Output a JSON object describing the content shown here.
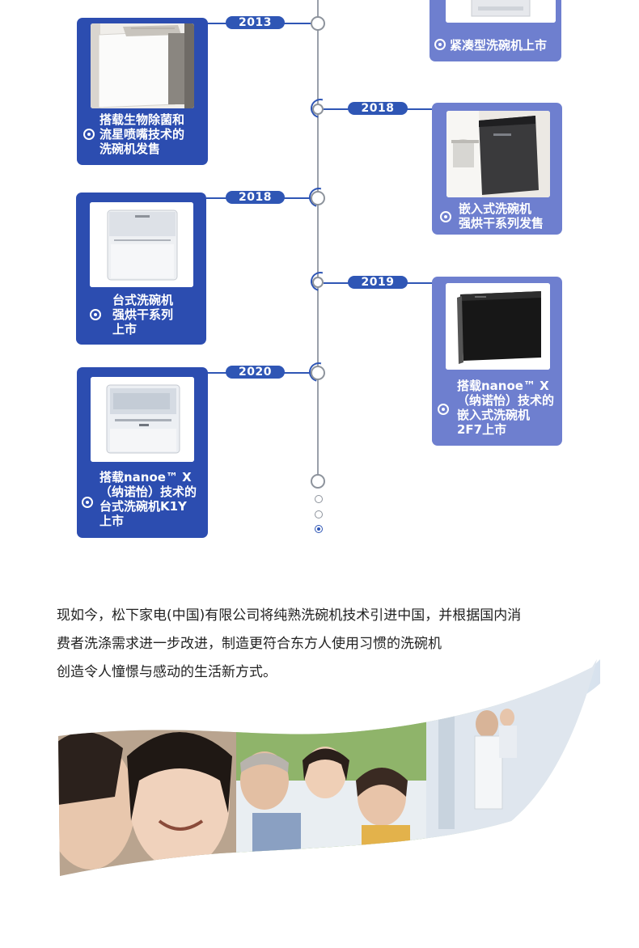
{
  "timeline": {
    "years": {
      "y2013": "2013",
      "y2018a": "2018",
      "y2018b": "2018",
      "y2019": "2019",
      "y2020": "2020"
    },
    "cards": {
      "compact": [
        "紧凑型洗碗机上市"
      ],
      "bio": [
        "搭载生物除菌和",
        "流星喷嘴技术的",
        "洗碗机发售"
      ],
      "builtin_dry": [
        "嵌入式洗碗机",
        "强烘干系列发售"
      ],
      "desktop_dry": [
        "台式洗碗机",
        "强烘干系列",
        "上市"
      ],
      "builtin_nanoe": [
        "搭载nanoe™ X",
        "（纳诺怡）技术的",
        "嵌入式洗碗机",
        "2F7上市"
      ],
      "desktop_nanoe": [
        "搭载nanoe™ X",
        "（纳诺怡）技术的",
        "台式洗碗机K1Y",
        "上市"
      ]
    }
  },
  "intro": {
    "line1": "现如今，松下家电(中国)有限公司将纯熟洗碗机技术引进中国，并根据国内消",
    "line2": "费者洗涤需求进一步改进，制造更符合东方人使用习惯的洗碗机",
    "line3": "创造令人憧憬与感动的生活新方式。"
  },
  "colors": {
    "accent": "#2f56b5",
    "card_dark": "#2c4db0",
    "card_light": "#6e7fcf"
  }
}
